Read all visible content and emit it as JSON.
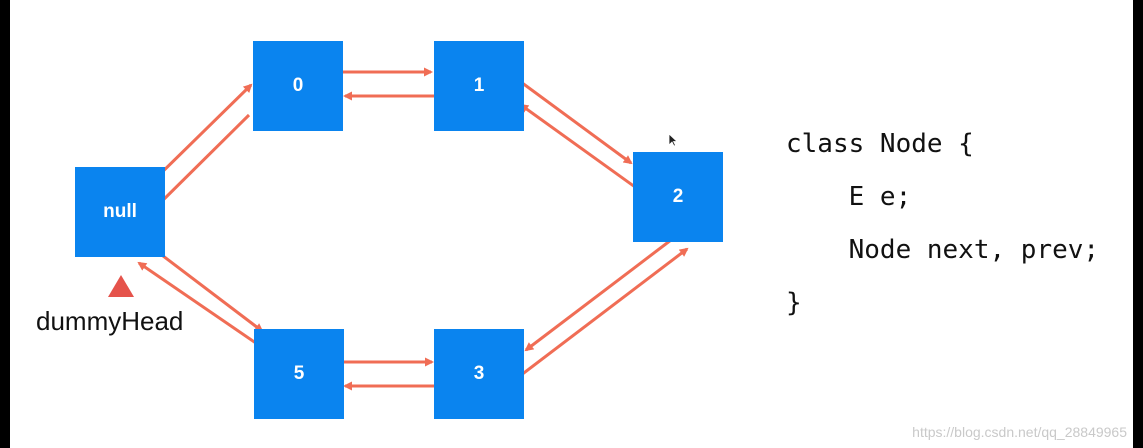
{
  "diagram": {
    "nodes": [
      {
        "id": "0",
        "label": "0"
      },
      {
        "id": "1",
        "label": "1"
      },
      {
        "id": "2",
        "label": "2"
      },
      {
        "id": "null",
        "label": "null"
      },
      {
        "id": "5",
        "label": "5"
      },
      {
        "id": "3",
        "label": "3"
      }
    ],
    "edges": [
      {
        "from": "0",
        "to": "1"
      },
      {
        "from": "1",
        "to": "0"
      },
      {
        "from": "1",
        "to": "2"
      },
      {
        "from": "2",
        "to": "1"
      },
      {
        "from": "2",
        "to": "3"
      },
      {
        "from": "3",
        "to": "2"
      },
      {
        "from": "5",
        "to": "3"
      },
      {
        "from": "3",
        "to": "5"
      },
      {
        "from": "null",
        "to": "5"
      },
      {
        "from": "5",
        "to": "null"
      },
      {
        "from": "null",
        "to": "0"
      },
      {
        "from": "0",
        "to": "null"
      }
    ],
    "head_pointer_label": "dummyHead"
  },
  "code": {
    "lines": [
      "class Node {",
      "    E e;",
      "    Node next, prev;",
      "}"
    ]
  },
  "watermark": "https://blog.csdn.net/qq_28849965",
  "colors": {
    "node_fill": "#0a84ef",
    "arrow": "#f06d55",
    "head_marker": "#e5534b",
    "background": "#ffffff"
  }
}
